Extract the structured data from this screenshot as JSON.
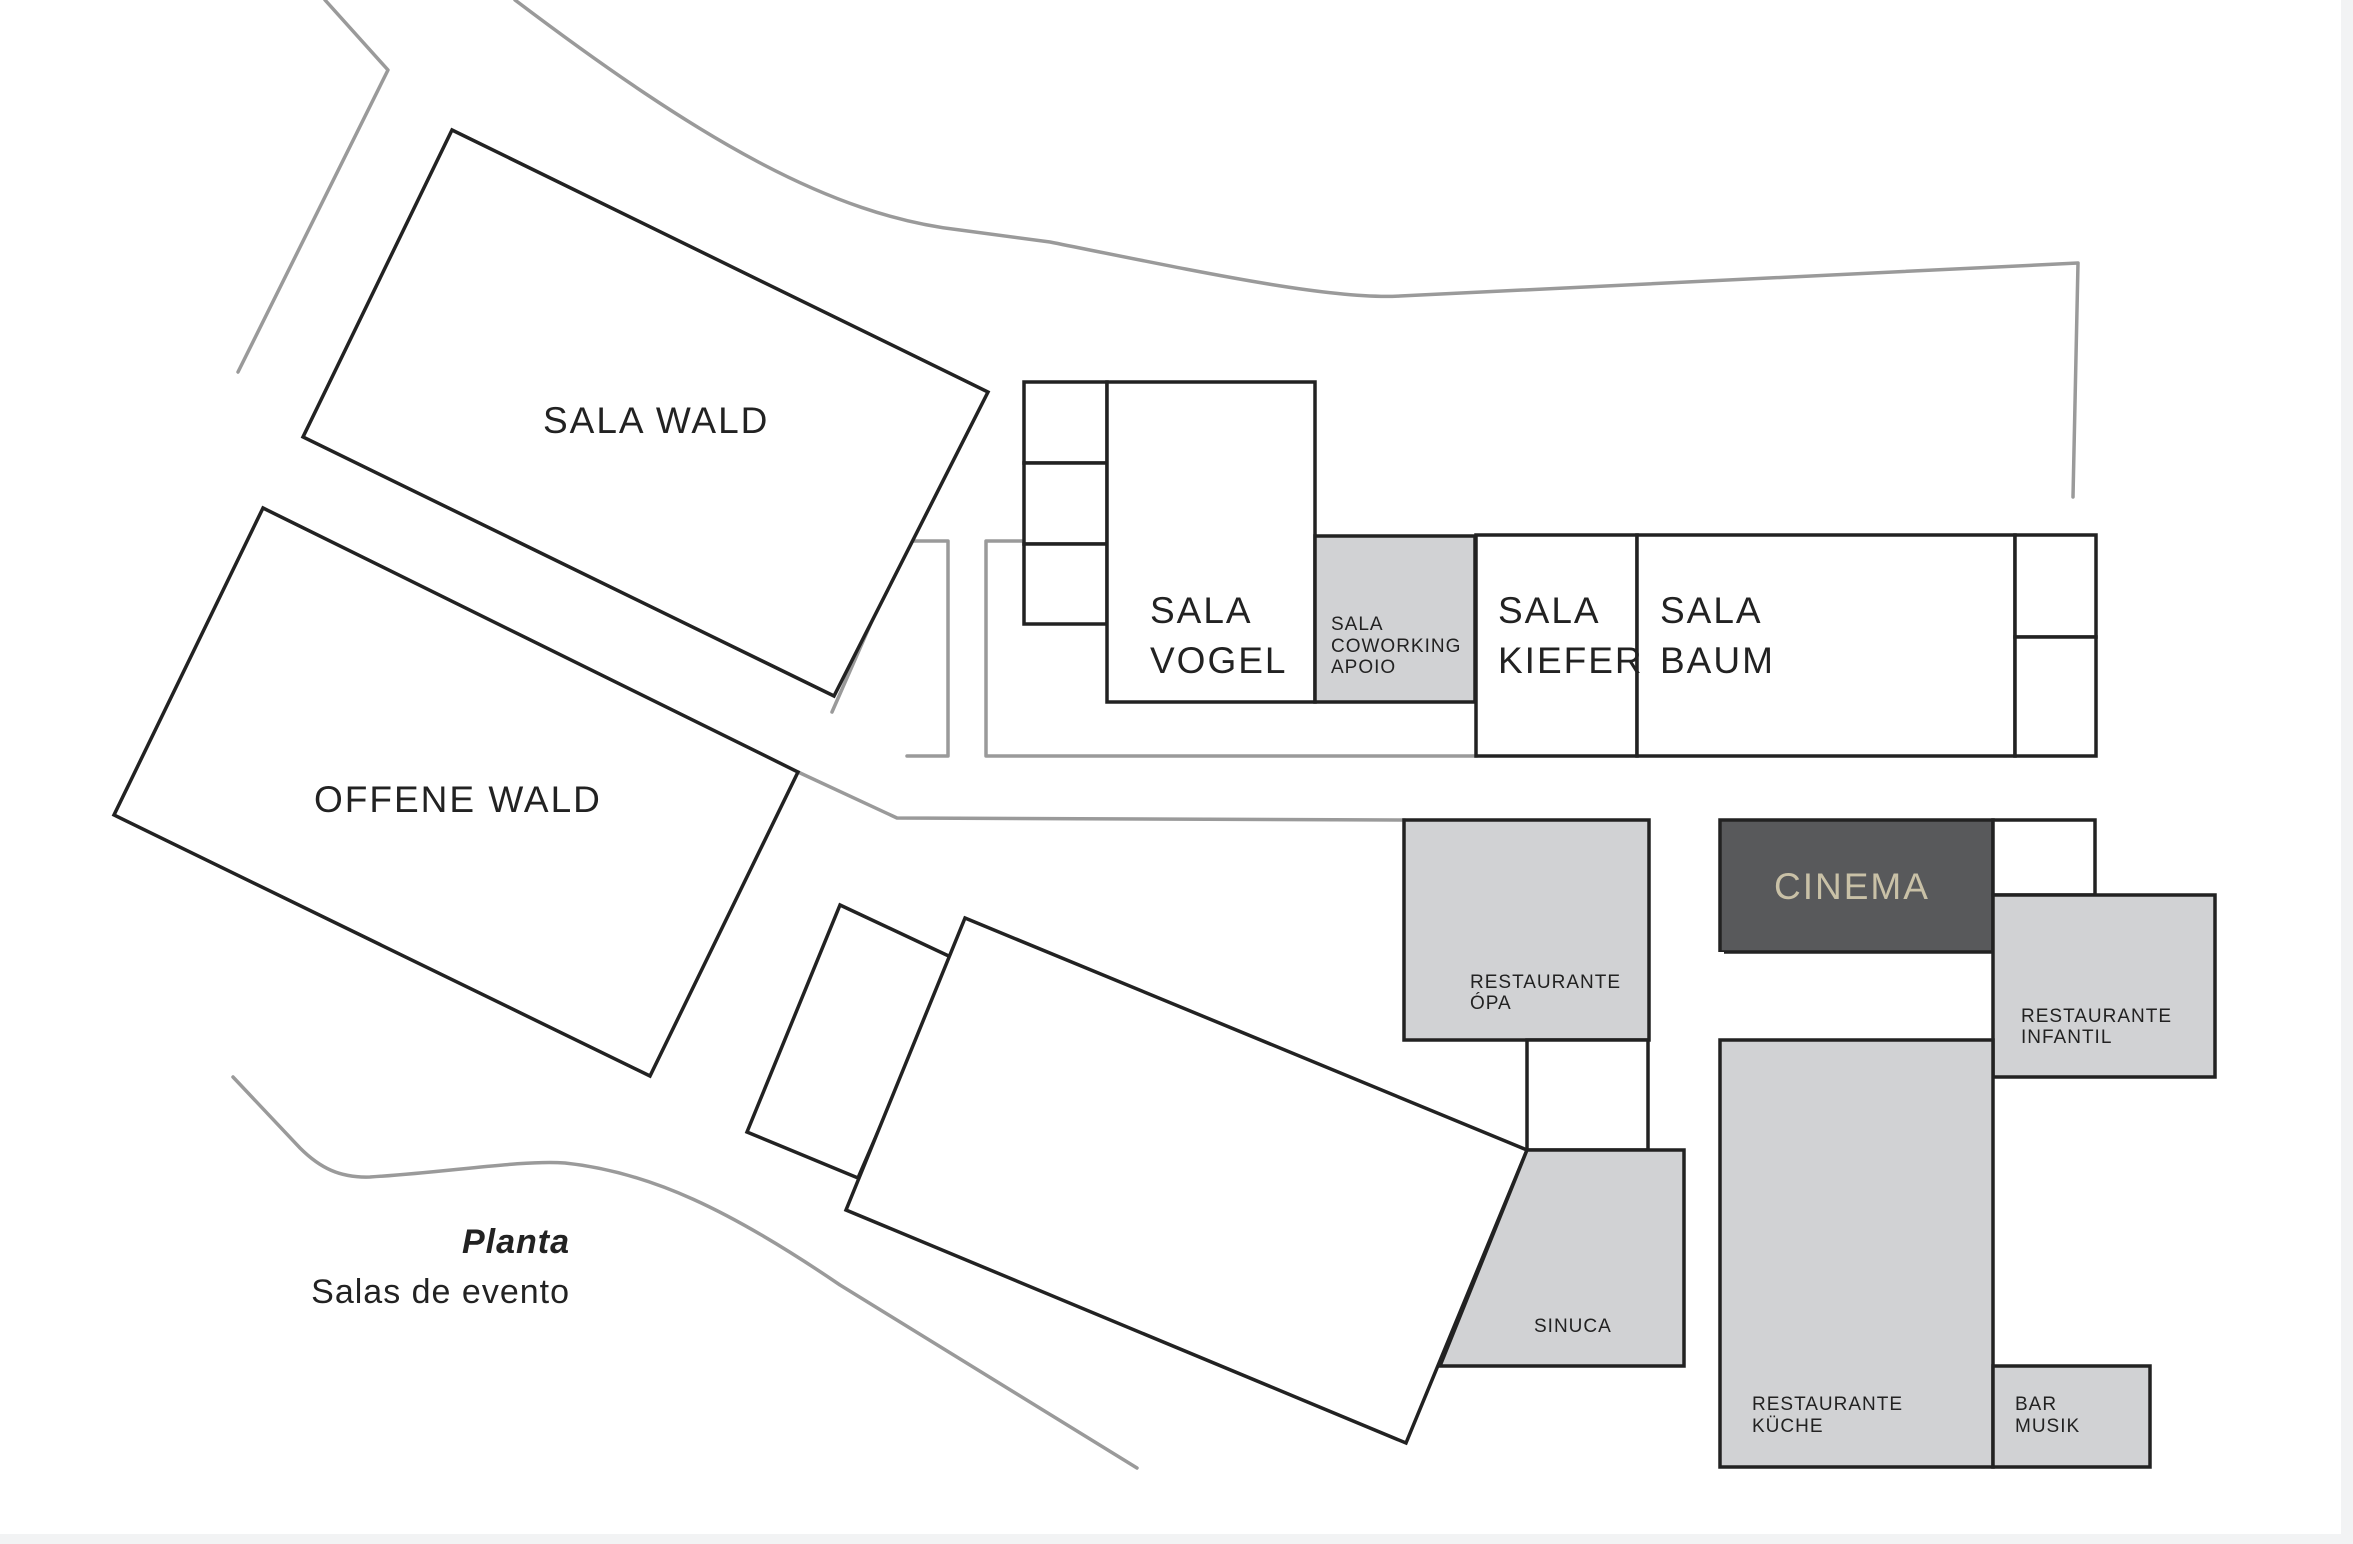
{
  "map": {
    "legend": {
      "title": "Planta",
      "subtitle": "Salas de evento"
    },
    "rooms": {
      "sala_wald": [
        "SALA WALD"
      ],
      "offene_wald": [
        "OFFENE WALD"
      ],
      "sala_vogel": [
        "SALA",
        "VOGEL"
      ],
      "sala_coworking": [
        "SALA",
        "COWORKING",
        "APOIO"
      ],
      "sala_kiefer": [
        "SALA",
        "KIEFER"
      ],
      "sala_baum": [
        "SALA",
        "BAUM"
      ],
      "cinema": [
        "CINEMA"
      ],
      "restaurante_opa": [
        "RESTAURANTE",
        "ÓPA"
      ],
      "restaurante_infantil": [
        "RESTAURANTE",
        "INFANTIL"
      ],
      "sinuca": [
        "SINUCA"
      ],
      "restaurante_kuche": [
        "RESTAURANTE",
        "KÜCHE"
      ],
      "bar_musik": [
        "BAR",
        "MUSIK"
      ]
    },
    "colors": {
      "room_fill": "#ffffff",
      "amenity_fill": "#d1d2d4",
      "cinema_fill": "#58595b",
      "cinema_text": "#c9c1a7",
      "outline": "#222222",
      "path_line": "#9a9a9a"
    }
  }
}
